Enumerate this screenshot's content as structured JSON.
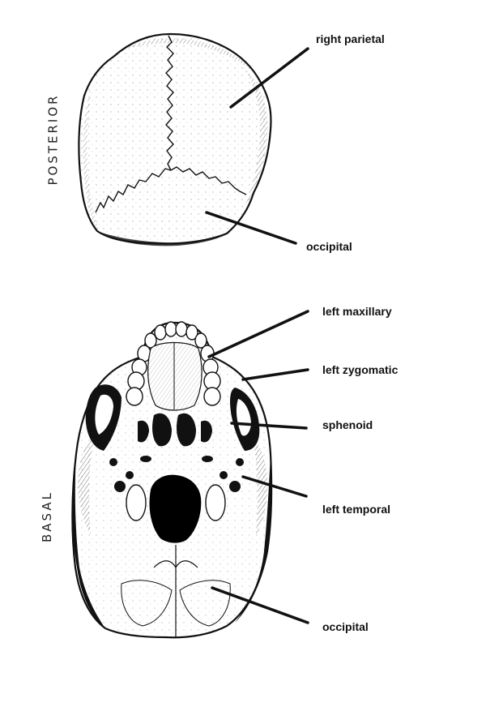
{
  "views": {
    "posterior": {
      "label": "POSTERIOR",
      "callouts": [
        "right parietal",
        "occipital"
      ]
    },
    "basal": {
      "label": "BASAL",
      "callouts": [
        "left maxillary",
        "left zygomatic",
        "sphenoid",
        "left temporal",
        "occipital"
      ]
    }
  },
  "colors": {
    "ink": "#111111",
    "bone": "#ffffff"
  }
}
